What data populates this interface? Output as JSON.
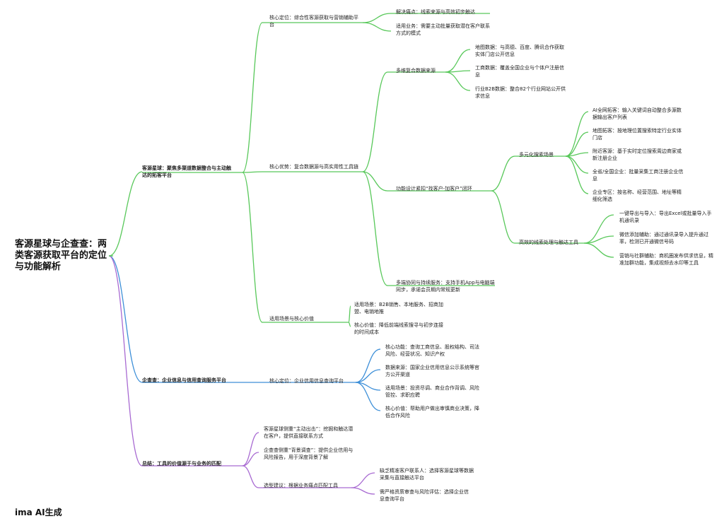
{
  "colors": {
    "green": "#58c85a",
    "blue": "#3d8fd8",
    "purple": "#a86ad2",
    "pink": "#e23ec6"
  },
  "mindmap": {
    "root": "客源星球与企查查：两类客源获取平台的定位与功能解析",
    "branches": [
      {
        "label": "客源星球：聚焦多渠道数据整合与主动触达的拓客平台",
        "children": [
          {
            "label": "核心定位：综合性客源获取与营销辅助平台",
            "children": [
              {
                "label": "解决痛点：线索来源与高效初步触达"
              },
              {
                "label": "适用业务：需要主动批量获取潜在客户联系方式的模式"
              }
            ]
          },
          {
            "label": "核心优势：复合数据源与高实用性工具链",
            "children": [
              {
                "label": "多维复合数据来源",
                "children": [
                  {
                    "label": "地图数据：与高德、百度、腾讯合作获取实体门店公开信息"
                  },
                  {
                    "label": "工商数据：覆盖全国企业与个体户注册信息"
                  },
                  {
                    "label": "行业B2B数据：整合82个行业网站公开供求信息"
                  }
                ]
              },
              {
                "label": "功能设计紧扣“找客户-加客户”闭环",
                "children": [
                  {
                    "label": "多元化搜索场景",
                    "children": [
                      {
                        "label": "AI全网拓客：输入关键词自动整合多源数据输出客户列表"
                      },
                      {
                        "label": "地图拓客：按地理位置搜索特定行业实体门店"
                      },
                      {
                        "label": "附近客源：基于实时定位搜索周边商家或新注册企业"
                      },
                      {
                        "label": "全省/全国企业：批量采集工商注册企业信息"
                      },
                      {
                        "label": "企业专区：按名称、经营范围、地址等精细化筛选"
                      }
                    ]
                  },
                  {
                    "label": "高效的线索处理与触达工具",
                    "children": [
                      {
                        "label": "一键导出与导入：导出Excel或批量导入手机通讯录"
                      },
                      {
                        "label": "微信添加辅助：通过通讯录导入提升通过率，检测已开通微信号码"
                      },
                      {
                        "label": "营销与社群辅助：商机圈发布供求信息，精准加群功能，集成视频去水印等工具"
                      }
                    ]
                  }
                ]
              },
              {
                "label": "多端协同与持续服务：支持手机App与电脑端同步，承诺会员期内常规更新"
              }
            ]
          },
          {
            "label": "适用场景与核心价值",
            "children": [
              {
                "label": "适用场景：B2B销售、本地服务、招商加盟、电销地推"
              },
              {
                "label": "核心价值：降低前端线索搜寻与初步连接的时间成本"
              }
            ]
          }
        ]
      },
      {
        "label": "企查查：企业信息与信用查询服务平台",
        "children": [
          {
            "label": "核心定位：企业信用信息查询平台",
            "children": [
              {
                "label": "核心功能：查询工商信息、股权结构、司法风险、经营状况、知识产权"
              },
              {
                "label": "数据来源：国家企业信用信息公示系统等官方公开渠道"
              },
              {
                "label": "适用场景：投资尽调、商业合作背调、风险管控、求职应聘"
              },
              {
                "label": "核心价值：帮助用户做出审慎商业决策，降低合作风险"
              }
            ]
          }
        ]
      },
      {
        "label": "总结：工具的价值源于与业务的匹配",
        "children": [
          {
            "label": "客源星球侧重“主动出击”：挖掘和触达潜在客户，提供直接联系方式"
          },
          {
            "label": "企查查侧重“背景调查”：提供企业信用与风险报告，用于深度背景了解"
          },
          {
            "label": "选型建议：根据业务痛点匹配工具",
            "children": [
              {
                "label": "缺乏精准客户联系人：选择客源星球等数据采集与直接触达平台"
              },
              {
                "label": "需严格资质审查与风险评估：选择企业信息查询平台"
              }
            ]
          }
        ]
      }
    ]
  },
  "footer": "ima AI生成"
}
